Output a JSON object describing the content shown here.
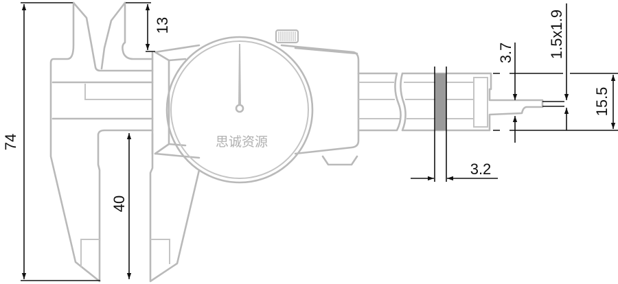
{
  "dimensions": {
    "overall_jaw_length": "74",
    "inside_jaw_depth": "13",
    "outside_jaw_depth": "40",
    "depth_rod_offset": "3.7",
    "depth_rod_section": "1.5x1.9",
    "beam_width": "15.5",
    "beam_thickness": "3.2"
  },
  "watermark": "思诚资源",
  "colors": {
    "outline": "#b9b9b9",
    "dimension": "#111111",
    "section_fill": "#9a9a9a"
  }
}
